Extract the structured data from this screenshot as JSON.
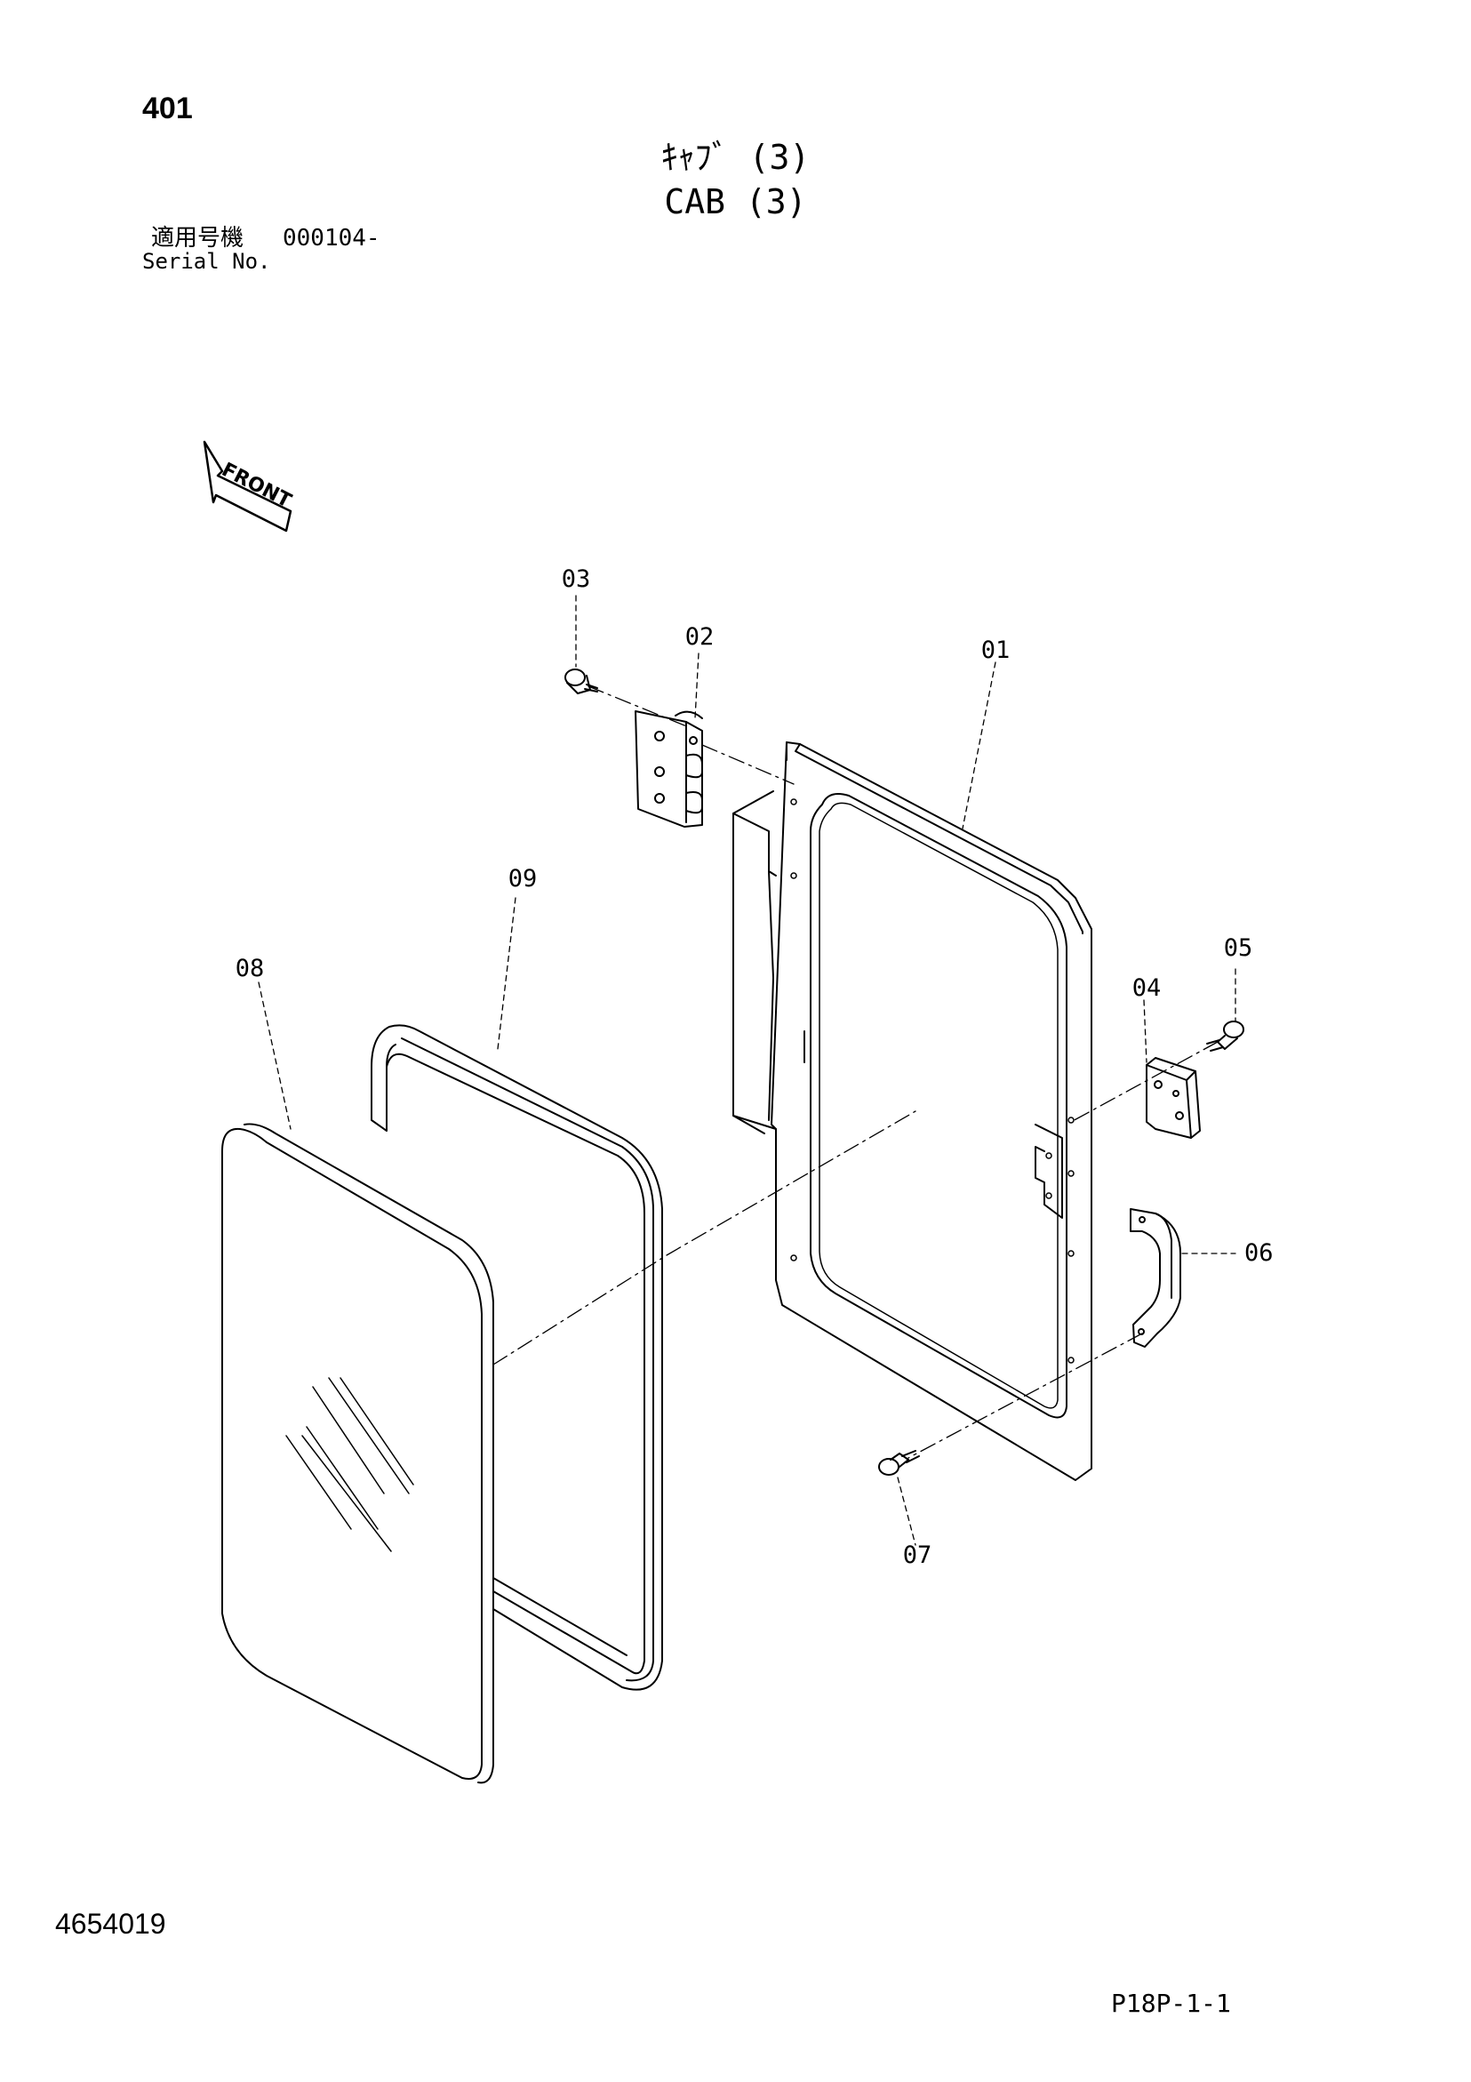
{
  "header": {
    "page_number": "401",
    "title_jp": "ｷｬﾌﾞ (3)",
    "title_en": "CAB (3)",
    "serial_label_jp": "適用号機",
    "serial_value": "000104-",
    "serial_label_en": "Serial No."
  },
  "front_arrow": {
    "label": "FRONT"
  },
  "callouts": [
    "01",
    "02",
    "03",
    "04",
    "05",
    "06",
    "07",
    "08",
    "09"
  ],
  "footer": {
    "doc_number": "4654019",
    "page_code": "P18P-1-1"
  }
}
